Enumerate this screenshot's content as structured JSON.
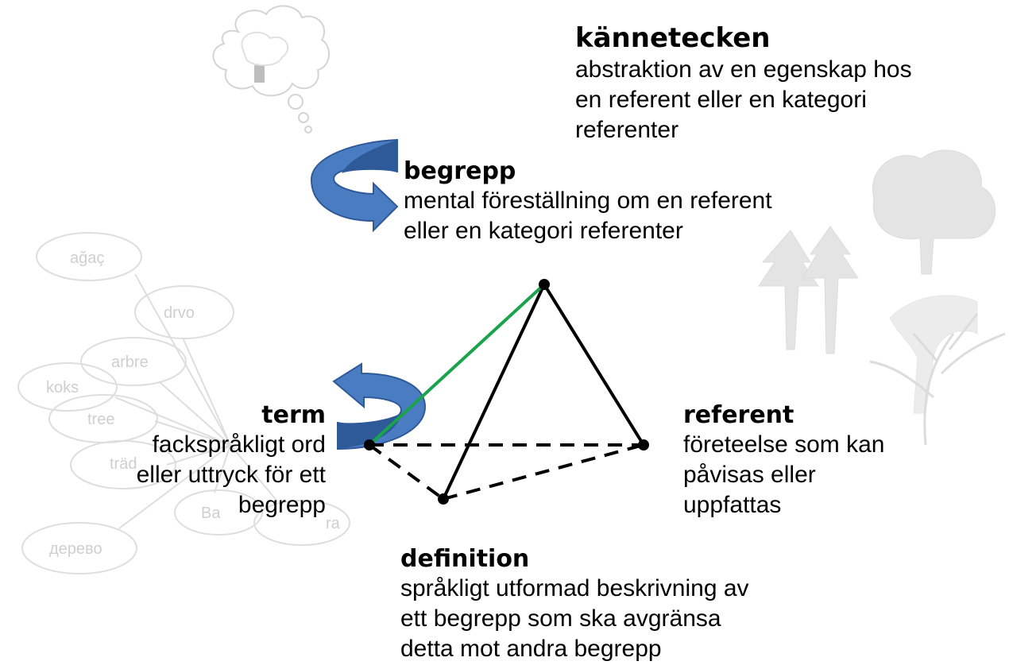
{
  "background_words": {
    "agac": "ağaç",
    "drvo": "drvo",
    "arbre": "arbre",
    "koks": "koks",
    "tree": "tree",
    "trad": "träd",
    "ba": "Ba",
    "ra": "ra",
    "derevo": "дерево"
  },
  "kannetecken": {
    "title": "kännetecken",
    "lines": [
      "abstraktion av en egenskap hos",
      "en referent eller en kategori",
      "referenter"
    ]
  },
  "begrepp": {
    "title": "begrepp",
    "lines": [
      "mental föreställning om en referent",
      "eller en kategori referenter"
    ]
  },
  "term": {
    "title": "term",
    "lines": [
      "fackspråkligt ord",
      "eller uttryck för ett",
      "begrepp"
    ]
  },
  "referent": {
    "title": "referent",
    "lines": [
      "företeelse som kan",
      "påvisas eller",
      "uppfattas"
    ]
  },
  "definition": {
    "title": "definition",
    "lines": [
      "språkligt utformad beskrivning av",
      "ett begrepp som ska avgränsa",
      "detta mot andra begrepp"
    ]
  },
  "colors": {
    "highlight_edge": "#1aa34a",
    "edge": "#000000",
    "arrow_fill": "#4a7cc1",
    "arrow_dark": "#2f5a9a",
    "faded": "#d6d6d6"
  }
}
